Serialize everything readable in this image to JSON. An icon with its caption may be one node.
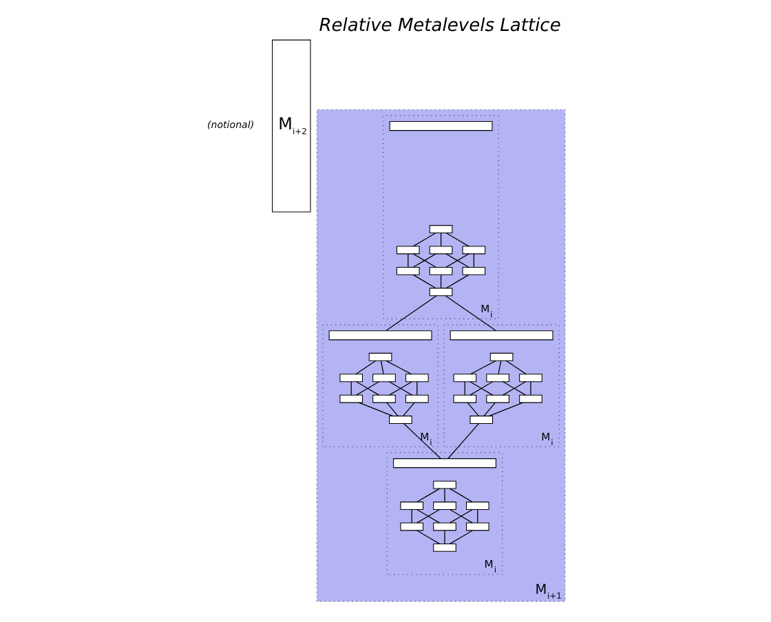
{
  "diagram": {
    "title": "Relative Metalevels Lattice",
    "nodes": [
      {
        "text": [
          "M$_{i+2}$"
        ]
      },
      {
        "text": [
          "M$_{i+1}$"
        ]
      },
      {
        "text": [
          "M$_{i}$"
        ],
        "in": 1
      },
      {
        "text": [],
        "shape": "bar",
        "in": 2
      },
      {
        "text": [],
        "shape": "box",
        "in": 2
      },
      {
        "text": [],
        "shape": "box",
        "in": 2
      },
      {
        "text": [],
        "shape": "box",
        "in": 2
      },
      {
        "text": [],
        "shape": "box",
        "in": 2
      },
      {
        "text": [],
        "shape": "box",
        "in": 2
      },
      {
        "text": [],
        "shape": "box",
        "in": 2
      },
      {
        "text": [],
        "shape": "box",
        "in": 2
      },
      {
        "text": [],
        "shape": "box",
        "in": 2
      },
      {
        "text": [
          "M$_{i}$"
        ],
        "in": 1
      },
      {
        "text": [],
        "shape": "bar",
        "in": 12
      },
      {
        "text": [],
        "shape": "box",
        "in": 12
      },
      {
        "text": [],
        "shape": "box",
        "in": 12
      },
      {
        "text": [],
        "shape": "box",
        "in": 12
      },
      {
        "text": [],
        "shape": "box",
        "in": 12
      },
      {
        "text": [],
        "shape": "box",
        "in": 12
      },
      {
        "text": [],
        "shape": "box",
        "in": 12
      },
      {
        "text": [],
        "shape": "box",
        "in": 12
      },
      {
        "text": [],
        "shape": "box",
        "in": 12
      },
      {
        "text": [
          "M$_{i}$"
        ],
        "in": 1
      },
      {
        "text": [],
        "shape": "bar",
        "in": 22
      },
      {
        "text": [],
        "shape": "box",
        "in": 22
      },
      {
        "text": [],
        "shape": "box",
        "in": 22
      },
      {
        "text": [],
        "shape": "box",
        "in": 22
      },
      {
        "text": [],
        "shape": "box",
        "in": 22
      },
      {
        "text": [],
        "shape": "box",
        "in": 22
      },
      {
        "text": [],
        "shape": "box",
        "in": 22
      },
      {
        "text": [],
        "shape": "box",
        "in": 22
      },
      {
        "text": [],
        "shape": "box",
        "in": 22
      },
      {
        "text": [
          "M$_{i}$"
        ],
        "in": 1
      },
      {
        "text": [],
        "shape": "bar",
        "in": 32
      },
      {
        "text": [],
        "shape": "box",
        "in": 32
      },
      {
        "text": [],
        "shape": "box",
        "in": 32
      },
      {
        "text": [],
        "shape": "box",
        "in": 32
      },
      {
        "text": [],
        "shape": "box",
        "in": 32
      },
      {
        "text": [],
        "shape": "box",
        "in": 32
      },
      {
        "text": [],
        "shape": "box",
        "in": 32
      },
      {
        "text": [],
        "shape": "box",
        "in": 32
      },
      {
        "text": [],
        "shape": "box",
        "in": 32
      }
    ],
    "edges": [
      {
        "from": 4,
        "to": 5,
        "arrow": "none"
      },
      {
        "from": 4,
        "to": 6,
        "arrow": "none"
      },
      {
        "from": 4,
        "to": 7,
        "arrow": "none"
      },
      {
        "from": 5,
        "to": 8,
        "arrow": "none"
      },
      {
        "from": 5,
        "to": 9,
        "arrow": "none"
      },
      {
        "from": 6,
        "to": 8,
        "arrow": "none"
      },
      {
        "from": 6,
        "to": 10,
        "arrow": "none"
      },
      {
        "from": 7,
        "to": 9,
        "arrow": "none"
      },
      {
        "from": 7,
        "to": 10,
        "arrow": "none"
      },
      {
        "from": 8,
        "to": 11,
        "arrow": "none"
      },
      {
        "from": 9,
        "to": 11,
        "arrow": "none"
      },
      {
        "from": 10,
        "to": 11,
        "arrow": "none"
      },
      {
        "from": 11,
        "to": 13,
        "arrow": "none"
      },
      {
        "from": 11,
        "to": 23,
        "arrow": "none"
      },
      {
        "from": 14,
        "to": 15,
        "arrow": "none"
      },
      {
        "from": 14,
        "to": 16,
        "arrow": "none"
      },
      {
        "from": 14,
        "to": 17,
        "arrow": "none"
      },
      {
        "from": 15,
        "to": 18,
        "arrow": "none"
      },
      {
        "from": 15,
        "to": 19,
        "arrow": "none"
      },
      {
        "from": 16,
        "to": 18,
        "arrow": "none"
      },
      {
        "from": 16,
        "to": 20,
        "arrow": "none"
      },
      {
        "from": 17,
        "to": 19,
        "arrow": "none"
      },
      {
        "from": 17,
        "to": 20,
        "arrow": "none"
      },
      {
        "from": 18,
        "to": 21,
        "arrow": "none"
      },
      {
        "from": 19,
        "to": 21,
        "arrow": "none"
      },
      {
        "from": 20,
        "to": 21,
        "arrow": "none"
      },
      {
        "from": 24,
        "to": 25,
        "arrow": "none"
      },
      {
        "from": 24,
        "to": 26,
        "arrow": "none"
      },
      {
        "from": 24,
        "to": 27,
        "arrow": "none"
      },
      {
        "from": 25,
        "to": 28,
        "arrow": "none"
      },
      {
        "from": 25,
        "to": 29,
        "arrow": "none"
      },
      {
        "from": 26,
        "to": 28,
        "arrow": "none"
      },
      {
        "from": 26,
        "to": 30,
        "arrow": "none"
      },
      {
        "from": 27,
        "to": 29,
        "arrow": "none"
      },
      {
        "from": 27,
        "to": 30,
        "arrow": "none"
      },
      {
        "from": 28,
        "to": 31,
        "arrow": "none"
      },
      {
        "from": 29,
        "to": 31,
        "arrow": "none"
      },
      {
        "from": 30,
        "to": 31,
        "arrow": "none"
      },
      {
        "from": 21,
        "to": 33,
        "arrow": "none"
      },
      {
        "from": 31,
        "to": 33,
        "arrow": "none"
      },
      {
        "from": 34,
        "to": 35,
        "arrow": "none"
      },
      {
        "from": 34,
        "to": 36,
        "arrow": "none"
      },
      {
        "from": 34,
        "to": 37,
        "arrow": "none"
      },
      {
        "from": 35,
        "to": 38,
        "arrow": "none"
      },
      {
        "from": 35,
        "to": 39,
        "arrow": "none"
      },
      {
        "from": 36,
        "to": 38,
        "arrow": "none"
      },
      {
        "from": 36,
        "to": 40,
        "arrow": "none"
      },
      {
        "from": 37,
        "to": 39,
        "arrow": "none"
      },
      {
        "from": 37,
        "to": 40,
        "arrow": "none"
      },
      {
        "from": 38,
        "to": 41,
        "arrow": "none"
      },
      {
        "from": 39,
        "to": 41,
        "arrow": "none"
      },
      {
        "from": 40,
        "to": 41,
        "arrow": "none"
      }
    ],
    "labels": [
      "(notional)"
    ]
  }
}
